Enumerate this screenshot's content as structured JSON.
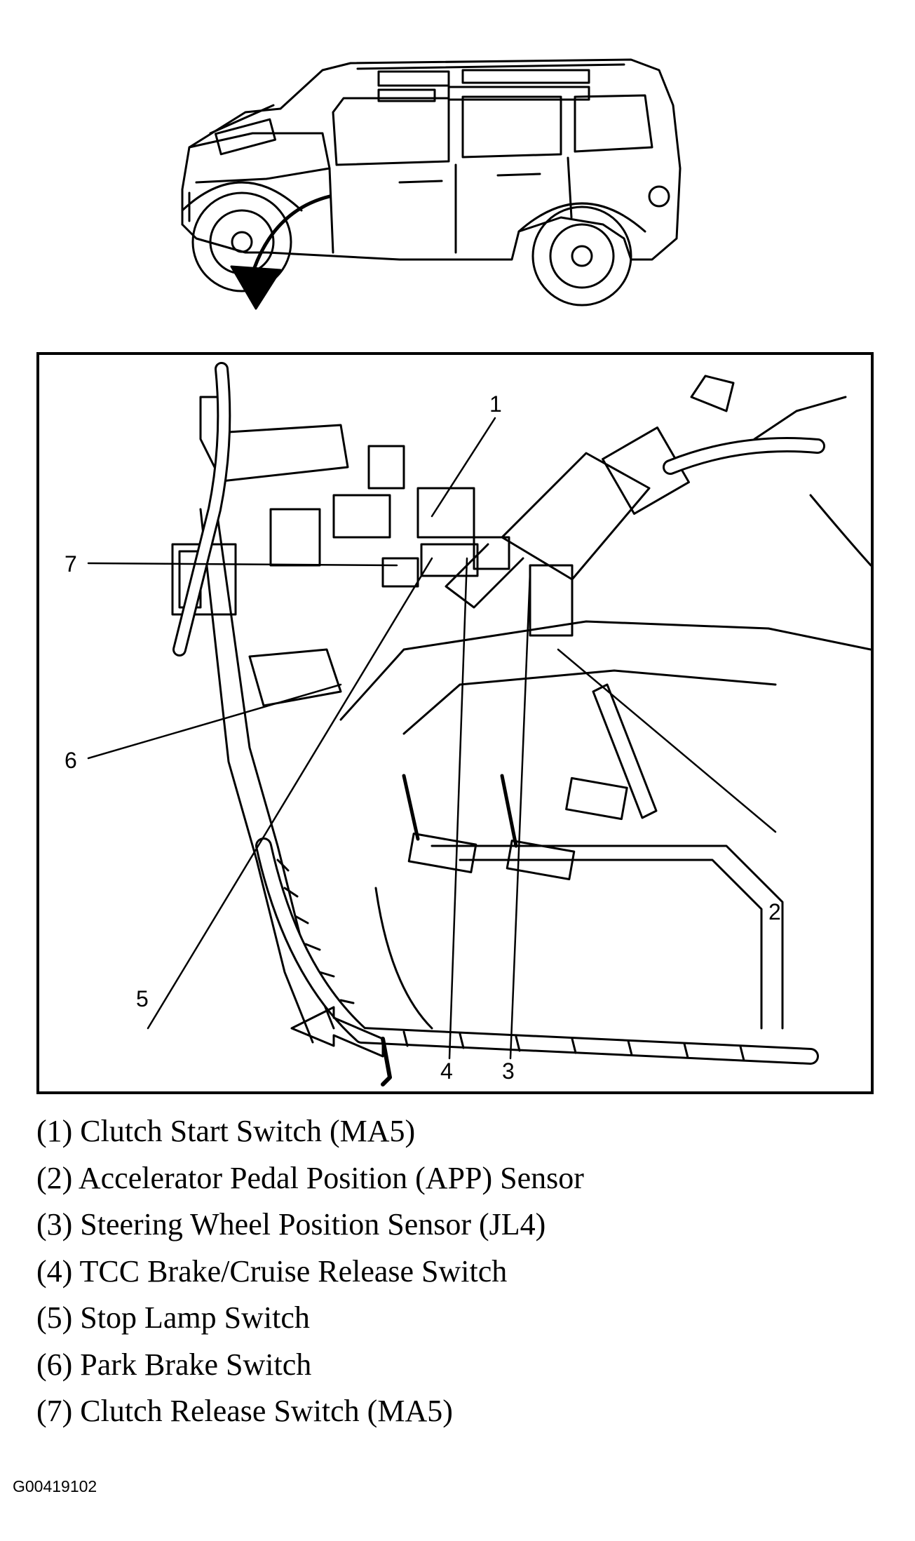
{
  "callouts": {
    "c1": "1",
    "c2": "2",
    "c3": "3",
    "c4": "4",
    "c5": "5",
    "c6": "6",
    "c7": "7"
  },
  "legend": [
    "(1) Clutch Start Switch (MA5)",
    "(2) Accelerator Pedal Position (APP) Sensor",
    "(3) Steering Wheel Position Sensor (JL4)",
    "(4) TCC Brake/Cruise Release Switch",
    "(5) Stop Lamp Switch",
    "(6) Park Brake Switch",
    "(7) Clutch Release Switch (MA5)"
  ],
  "figure_id": "G00419102",
  "colors": {
    "ink": "#000000",
    "paper": "#ffffff"
  }
}
